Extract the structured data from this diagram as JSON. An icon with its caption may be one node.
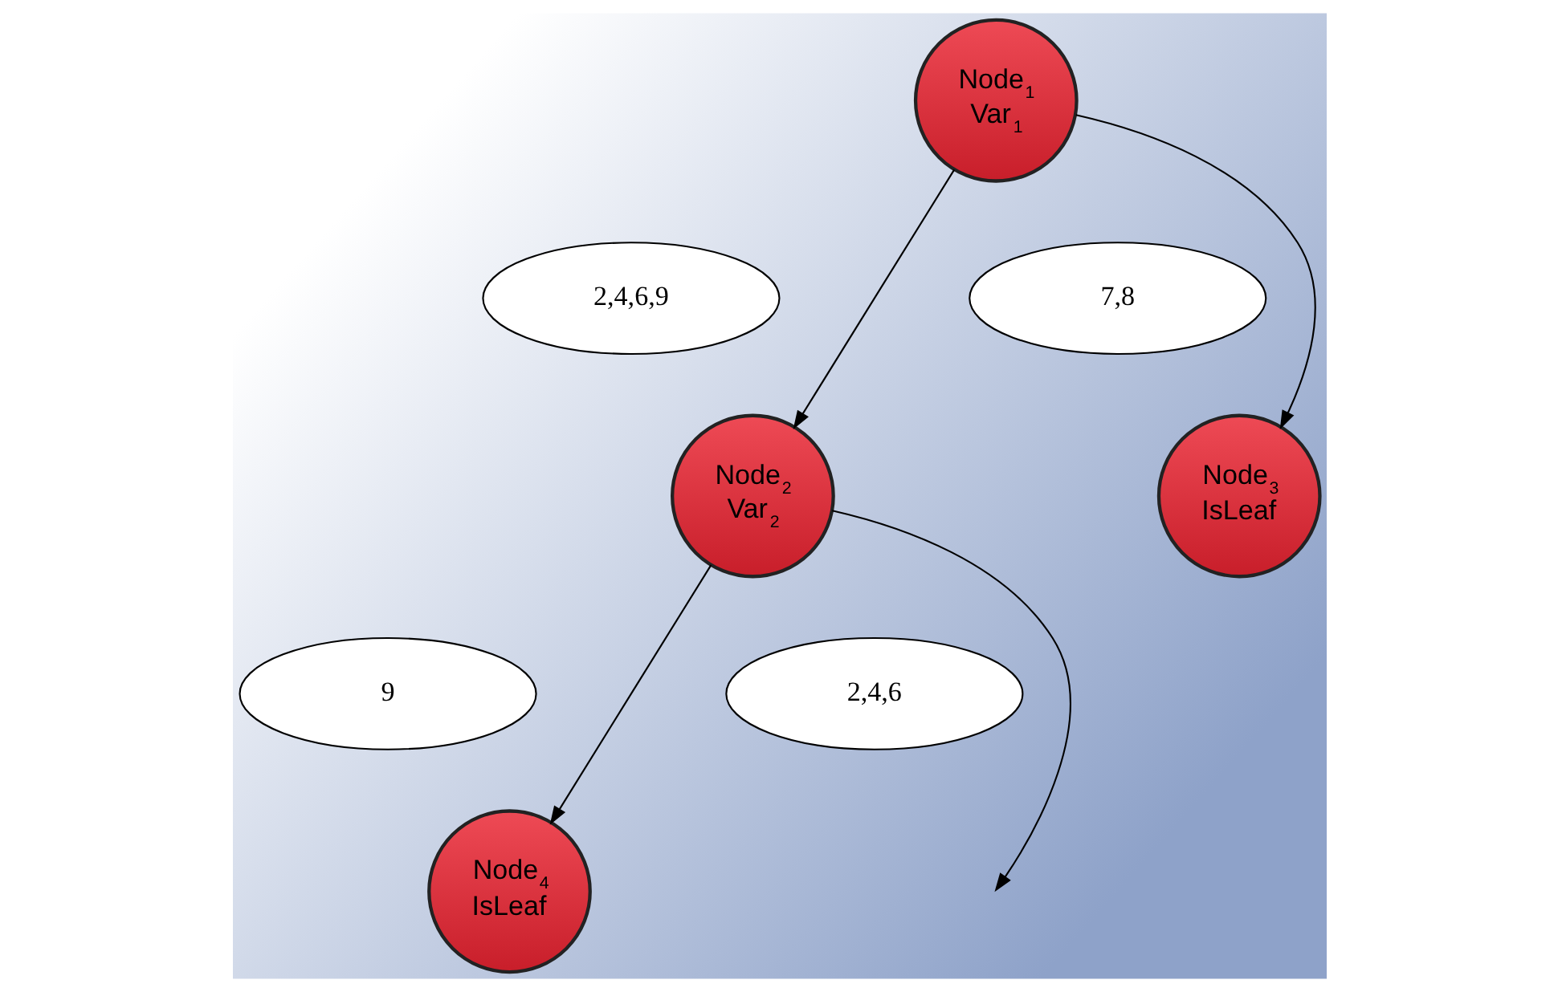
{
  "diagram": {
    "nodes": [
      {
        "text": [
          "Node$_{1}$ Var$_{1}$"
        ]
      },
      {
        "text": [
          "2,4,6,9"
        ]
      },
      {
        "text": [
          "7,8"
        ]
      },
      {
        "text": [
          "Node$_{2}$ Var$_{2}$"
        ]
      },
      {
        "text": [
          "Node$_{3}$ IsLeaf"
        ]
      },
      {
        "text": [
          "9"
        ]
      },
      {
        "text": [
          "2,4,6"
        ]
      },
      {
        "text": [
          "Node$_{4}$ IsLeaf"
        ]
      }
    ],
    "edges": [
      {
        "from": 0,
        "to": 3,
        "arrow": "to"
      },
      {
        "from": 0,
        "to": 4,
        "arrow": "to"
      },
      {
        "from": 3,
        "to": 7,
        "arrow": "to"
      },
      {
        "from": 3,
        "to": null,
        "arrow": "to"
      }
    ]
  }
}
